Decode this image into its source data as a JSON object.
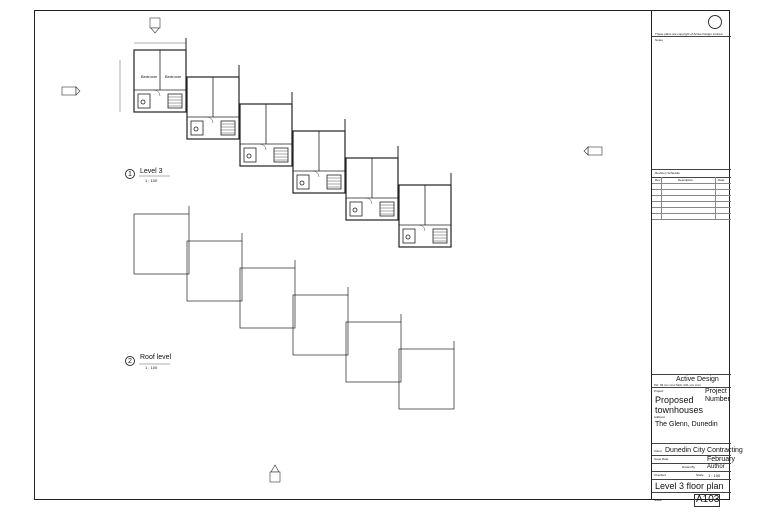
{
  "views": [
    {
      "number": "1",
      "title": "Level 3",
      "scale": "1 : 100"
    },
    {
      "number": "2",
      "title": "Roof level",
      "scale": "1 : 100"
    }
  ],
  "rooms": [
    "Bedroom",
    "Bedroom"
  ],
  "title_block": {
    "copyright": "These plans are copyright of Active Design Limited",
    "notes_label": "Notes",
    "revision_schedule": "Revision Schedule",
    "rev_headers": [
      "Rev",
      "Description",
      "Date"
    ],
    "company": "Active Design",
    "contact": "PH: 03 xxx xxxx  Mob: 021 xxx xxxx",
    "project_label": "Project",
    "project": "Proposed townhouses",
    "project_number_label": "Project Number",
    "address_label": "Address",
    "address": "The Glenn, Dunedin",
    "client_label": "Client",
    "client": "Dunedin City Contracting",
    "issue_date_label": "Issue Date",
    "issue_date": "February",
    "drawn_by_label": "Drawn By",
    "drawn_by": "Author",
    "scale_label": "Scale",
    "scale": "1 : 100",
    "sheet_title": "Level 3 floor plan",
    "sheet_label": "Sheet",
    "sheet_number": "A103"
  }
}
